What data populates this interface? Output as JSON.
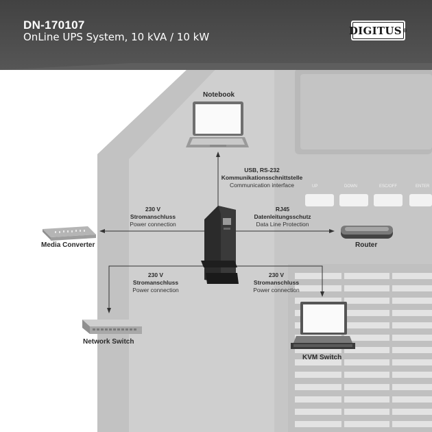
{
  "header": {
    "model": "DN-170107",
    "product": "OnLine UPS System, 10 kVA / 10 kW",
    "logo": "DIGITUS"
  },
  "devices": {
    "notebook": "Notebook",
    "media_converter": "Media Converter",
    "router": "Router",
    "network_switch": "Network Switch",
    "kvm_switch": "KVM Switch"
  },
  "connections": {
    "notebook": {
      "line1": "USB, RS-232",
      "line2": "Kommunikationsschnittstelle",
      "line3": "Communication interface"
    },
    "media_converter": {
      "line1": "230 V",
      "line2": "Stromanschluss",
      "line3": "Power connection"
    },
    "router": {
      "line1": "RJ45",
      "line2": "Datenleitungsschutz",
      "line3": "Data Line Protection"
    },
    "network_switch": {
      "line1": "230 V",
      "line2": "Stromanschluss",
      "line3": "Power connection"
    },
    "kvm_switch": {
      "line1": "230 V",
      "line2": "Stromanschluss",
      "line3": "Power connection"
    }
  },
  "background_panel_buttons": [
    "UP",
    "DOWN",
    "ESC/OFF",
    "ENTER"
  ],
  "colors": {
    "header_band": "#4a4a4a",
    "ups_unit": "#2b2b2b",
    "background_ups": "#c8c8c8",
    "arrow": "#333333"
  }
}
